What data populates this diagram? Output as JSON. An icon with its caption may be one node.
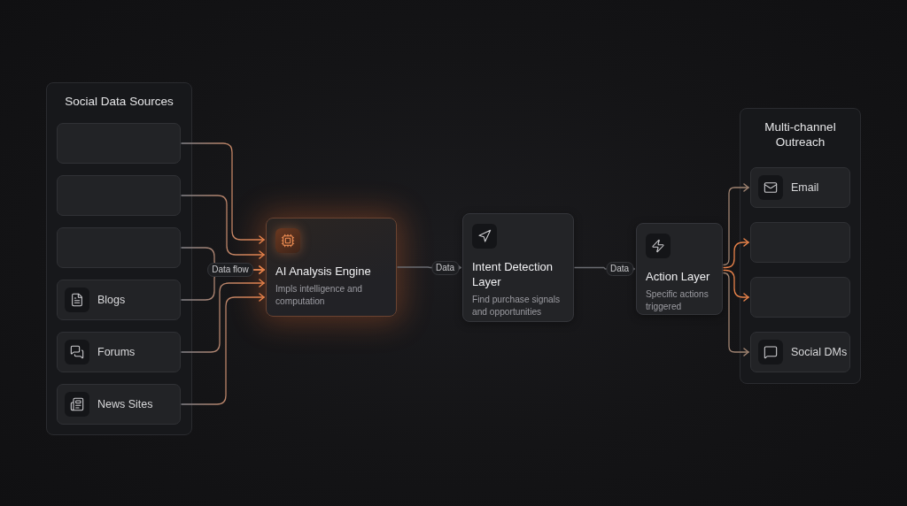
{
  "diagram": {
    "nodes": [
      {
        "text": [
          "Social Data Sources"
        ]
      },
      {
        "text": [],
        "shape": "box",
        "in": 0
      },
      {
        "text": [],
        "shape": "box",
        "in": 0
      },
      {
        "text": [],
        "shape": "box",
        "in": 0
      },
      {
        "text": [
          "Blogs"
        ],
        "in": 0
      },
      {
        "text": [
          "Forums"
        ],
        "in": 0
      },
      {
        "text": [
          "News Sites"
        ],
        "in": 0
      },
      {
        "text": [
          "AI Analysis Engine",
          "Impls intelligence and computation"
        ]
      },
      {
        "text": [
          "Intent Detection Layer",
          "Find purchase signals and opportunities"
        ]
      },
      {
        "text": [
          "Action Layer",
          "Specific actions triggered"
        ]
      },
      {
        "text": [
          "Multi-channel Outreach"
        ]
      },
      {
        "text": [
          "Email"
        ],
        "in": 10
      },
      {
        "text": [],
        "shape": "box",
        "in": 10
      },
      {
        "text": [],
        "shape": "box",
        "in": 10
      },
      {
        "text": [
          "Social DMs"
        ],
        "in": 10
      }
    ],
    "edges": [
      {
        "from": 1,
        "to": 7,
        "arrow": "to"
      },
      {
        "from": 2,
        "to": 7,
        "arrow": "to"
      },
      {
        "from": 3,
        "to": 7,
        "arrow": "to",
        "label": "Data flow"
      },
      {
        "from": 4,
        "to": 7,
        "arrow": "to"
      },
      {
        "from": 5,
        "to": 7,
        "arrow": "to"
      },
      {
        "from": 6,
        "to": 7,
        "arrow": "to"
      },
      {
        "from": 7,
        "to": 8,
        "arrow": "to",
        "label": "Data",
        "color": "#6a6b70"
      },
      {
        "from": 8,
        "to": 9,
        "arrow": "to",
        "label": "Data",
        "color": "#6a6b70"
      },
      {
        "from": 9,
        "to": 11,
        "arrow": "to",
        "color": "#a08472"
      },
      {
        "from": 9,
        "to": 12,
        "arrow": "to",
        "color": "#e8824a"
      },
      {
        "from": 9,
        "to": 13,
        "arrow": "to",
        "color": "#e8824a"
      },
      {
        "from": 9,
        "to": 14,
        "arrow": "to",
        "color": "#a08472"
      }
    ]
  }
}
